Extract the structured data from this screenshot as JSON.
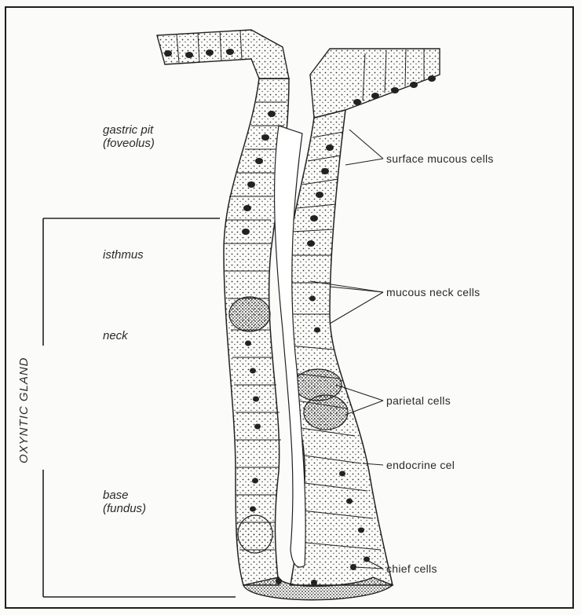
{
  "left_labels": {
    "gastric_pit_line1": "gastric pit",
    "gastric_pit_line2": "(foveolus)",
    "isthmus": "isthmus",
    "neck": "neck",
    "base_line1": "base",
    "base_line2": "(fundus)"
  },
  "bracket_label": "OXYNTIC GLAND",
  "right_labels": {
    "surface_mucous": "surface mucous cells",
    "mucous_neck": "mucous neck cells",
    "parietal": "parietal cells",
    "endocrine": "endocrine cel",
    "chief": "chief cells"
  }
}
